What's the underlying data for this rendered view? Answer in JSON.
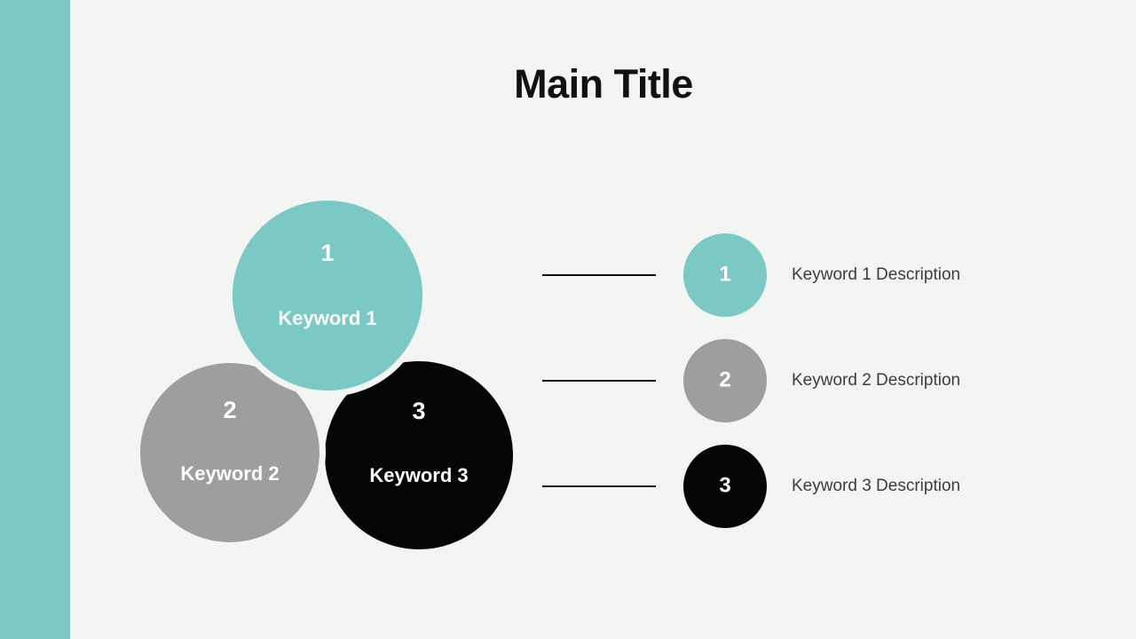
{
  "slide": {
    "title": "Main Title",
    "background_color": "#f3f5f3",
    "accent_bar_color": "#7ac9c4",
    "title_color": "#111111"
  },
  "colors": {
    "teal": "#7ac9c4",
    "gray": "#9e9e9e",
    "black": "#050505",
    "connector": "#0d0d0d",
    "description_text": "#3c3c3c",
    "circle_text": "#ffffff"
  },
  "venn": {
    "circles": [
      {
        "number": "1",
        "label": "Keyword 1",
        "color": "#7ac9c4"
      },
      {
        "number": "2",
        "label": "Keyword 2",
        "color": "#9e9e9e"
      },
      {
        "number": "3",
        "label": "Keyword 3",
        "color": "#050505"
      }
    ]
  },
  "legend": {
    "items": [
      {
        "number": "1",
        "description": "Keyword 1 Description",
        "color": "#7ac9c4"
      },
      {
        "number": "2",
        "description": "Keyword 2 Description",
        "color": "#9e9e9e"
      },
      {
        "number": "3",
        "description": "Keyword 3 Description",
        "color": "#050505"
      }
    ]
  }
}
